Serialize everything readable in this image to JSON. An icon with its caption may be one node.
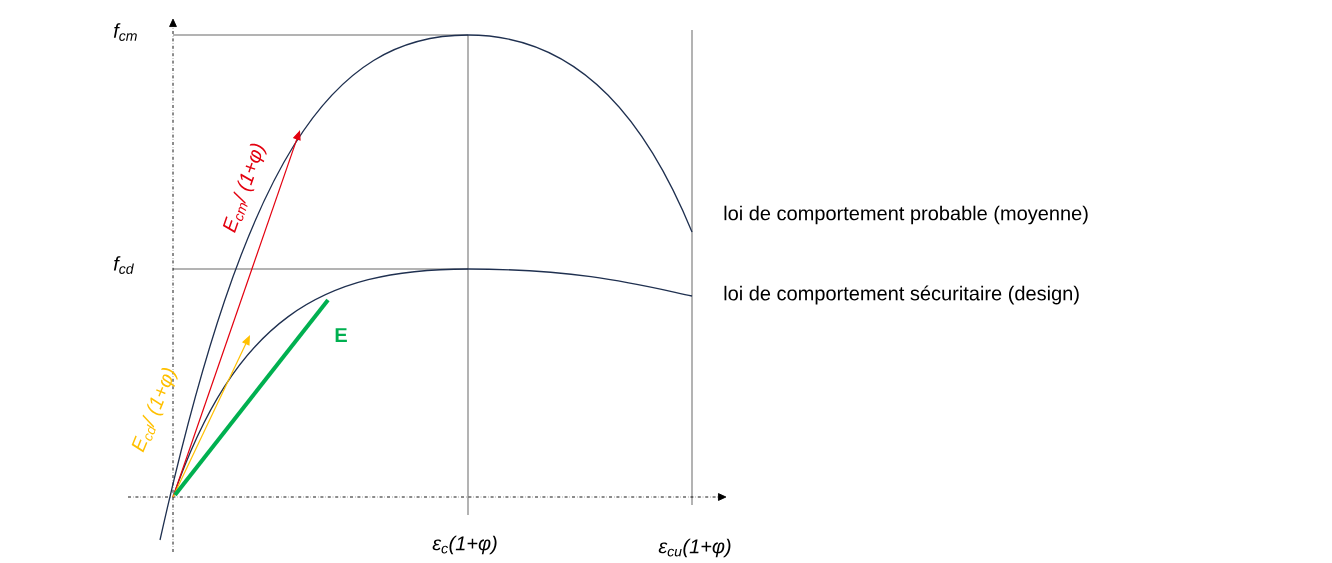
{
  "diagram": {
    "labels": [
      "f$_{cm}$",
      "E$_{cm}$/ (1+φ)",
      "loi de comportement probable (moyenne)",
      "f$_{cd}$",
      "loi de comportement sécuritaire (design)",
      "E",
      "E$_{cd}$/ (1+φ)",
      "ε$_{c}$(1+φ)",
      "ε$_{cu}$(1+φ)"
    ]
  }
}
